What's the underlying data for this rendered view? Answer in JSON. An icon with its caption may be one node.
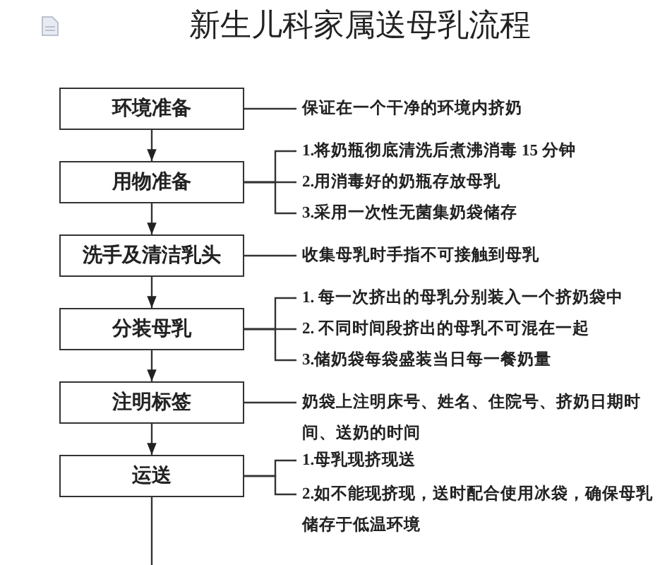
{
  "diagram": {
    "title": "新生儿科家属送母乳流程",
    "nodes": [
      {
        "text": [
          "环境准备"
        ]
      },
      {
        "text": [
          "保证在一个干净的环境内挤奶"
        ]
      },
      {
        "text": [
          "用物准备"
        ]
      },
      {
        "text": [
          "1.将奶瓶彻底清洗后煮沸消毒 15 分钟"
        ]
      },
      {
        "text": [
          "2.用消毒好的奶瓶存放母乳"
        ]
      },
      {
        "text": [
          "3.采用一次性无菌集奶袋储存"
        ]
      },
      {
        "text": [
          "洗手及清洁乳头"
        ]
      },
      {
        "text": [
          "收集母乳时手指不可接触到母乳"
        ]
      },
      {
        "text": [
          "分装母乳"
        ]
      },
      {
        "text": [
          "1. 每一次挤出的母乳分别装入一个挤奶袋中"
        ]
      },
      {
        "text": [
          "2. 不同时间段挤出的母乳不可混在一起"
        ]
      },
      {
        "text": [
          "3.储奶袋每袋盛装当日每一餐奶量"
        ]
      },
      {
        "text": [
          "注明标签"
        ]
      },
      {
        "text": [
          "奶袋上注明床号、姓名、住院号、挤奶日期时间、送奶的时间"
        ]
      },
      {
        "text": [
          "运送"
        ]
      },
      {
        "text": [
          "1.母乳现挤现送"
        ]
      },
      {
        "text": [
          "2.如不能现挤现，送时配合使用冰袋，确保母乳储存于低温环境"
        ]
      }
    ],
    "edges": [
      {
        "from": 0,
        "to": 2,
        "arrow": "to"
      },
      {
        "from": 2,
        "to": 6,
        "arrow": "to"
      },
      {
        "from": 6,
        "to": 8,
        "arrow": "to"
      },
      {
        "from": 8,
        "to": 12,
        "arrow": "to"
      },
      {
        "from": 12,
        "to": 14,
        "arrow": "to"
      },
      {
        "from": 14,
        "to": null,
        "arrow": "none"
      },
      {
        "from": 0,
        "to": 1,
        "arrow": "none"
      },
      {
        "from": 2,
        "to": 3,
        "arrow": "none"
      },
      {
        "from": 2,
        "to": 4,
        "arrow": "none"
      },
      {
        "from": 2,
        "to": 5,
        "arrow": "none"
      },
      {
        "from": 6,
        "to": 7,
        "arrow": "none"
      },
      {
        "from": 8,
        "to": 9,
        "arrow": "none"
      },
      {
        "from": 8,
        "to": 10,
        "arrow": "none"
      },
      {
        "from": 8,
        "to": 11,
        "arrow": "none"
      },
      {
        "from": 12,
        "to": 13,
        "arrow": "none"
      },
      {
        "from": 14,
        "to": 15,
        "arrow": "none"
      },
      {
        "from": 14,
        "to": 16,
        "arrow": "none"
      }
    ]
  }
}
